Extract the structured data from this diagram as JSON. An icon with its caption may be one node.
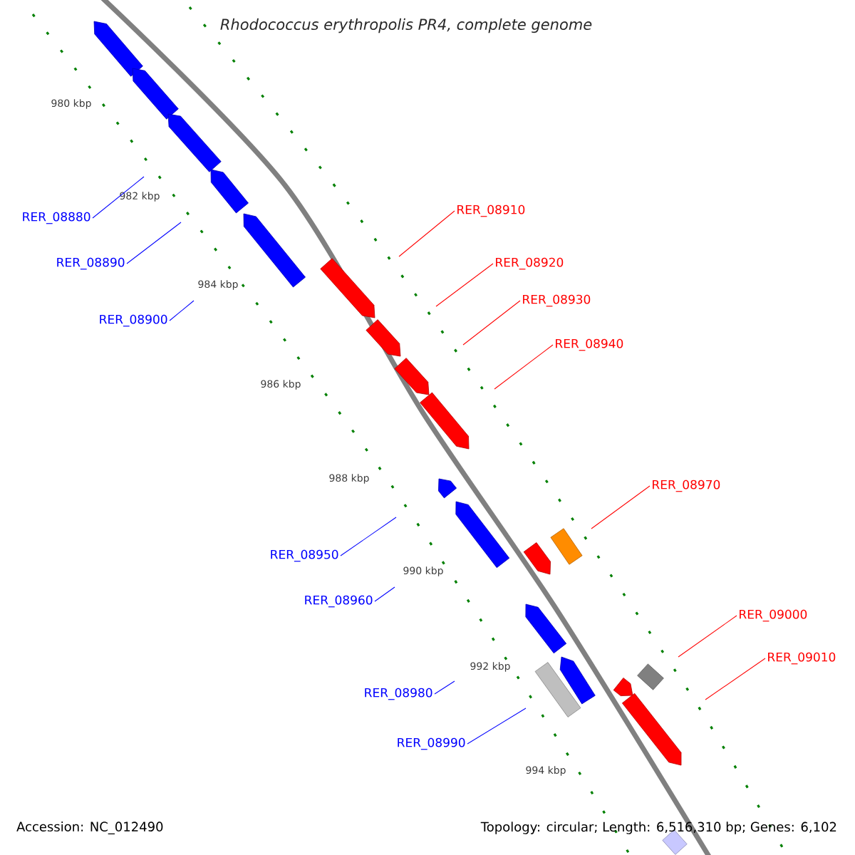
{
  "diagram": {
    "title": "Rhodococcus erythropolis PR4, complete genome",
    "nodes": [
      {
        "text": [
          "RER_08880"
        ]
      },
      {
        "text": [
          "RER_08890"
        ]
      },
      {
        "text": [
          "RER_08900"
        ]
      },
      {
        "text": [
          "RER_08910"
        ]
      },
      {
        "text": [
          "RER_08920"
        ]
      },
      {
        "text": [
          "RER_08930"
        ]
      },
      {
        "text": [
          "RER_08940"
        ]
      },
      {
        "text": [
          "RER_08950"
        ]
      },
      {
        "text": [
          "RER_08960"
        ]
      },
      {
        "text": [
          "RER_08970"
        ]
      },
      {
        "text": [
          "RER_08980"
        ]
      },
      {
        "text": [
          "RER_08990"
        ]
      },
      {
        "text": [
          "RER_09000"
        ]
      },
      {
        "text": [
          "RER_09010"
        ]
      }
    ],
    "edges": [
      {
        "from": 0,
        "to": null,
        "arrow": "none",
        "color": "#0000ff"
      },
      {
        "from": 1,
        "to": null,
        "arrow": "none",
        "color": "#0000ff"
      },
      {
        "from": 2,
        "to": null,
        "arrow": "none",
        "color": "#0000ff"
      },
      {
        "from": 3,
        "to": null,
        "arrow": "none",
        "color": "#ff0000"
      },
      {
        "from": 4,
        "to": null,
        "arrow": "none",
        "color": "#ff0000"
      },
      {
        "from": 5,
        "to": null,
        "arrow": "none",
        "color": "#ff0000"
      },
      {
        "from": 6,
        "to": null,
        "arrow": "none",
        "color": "#ff0000"
      },
      {
        "from": 7,
        "to": null,
        "arrow": "none",
        "color": "#0000ff"
      },
      {
        "from": 8,
        "to": null,
        "arrow": "none",
        "color": "#0000ff"
      },
      {
        "from": 9,
        "to": null,
        "arrow": "none",
        "color": "#ff0000"
      },
      {
        "from": 10,
        "to": null,
        "arrow": "none",
        "color": "#0000ff"
      },
      {
        "from": 11,
        "to": null,
        "arrow": "none",
        "color": "#0000ff"
      },
      {
        "from": 12,
        "to": null,
        "arrow": "none",
        "color": "#ff0000"
      },
      {
        "from": 13,
        "to": null,
        "arrow": "none",
        "color": "#ff0000"
      }
    ],
    "labels": [
      "980 kbp",
      "982 kbp",
      "984 kbp",
      "986 kbp",
      "988 kbp",
      "990 kbp",
      "992 kbp",
      "994 kbp",
      "Accession: NC_012490",
      "Topology: circular; Length: 6,516,310 bp; Genes: 6,102"
    ]
  }
}
